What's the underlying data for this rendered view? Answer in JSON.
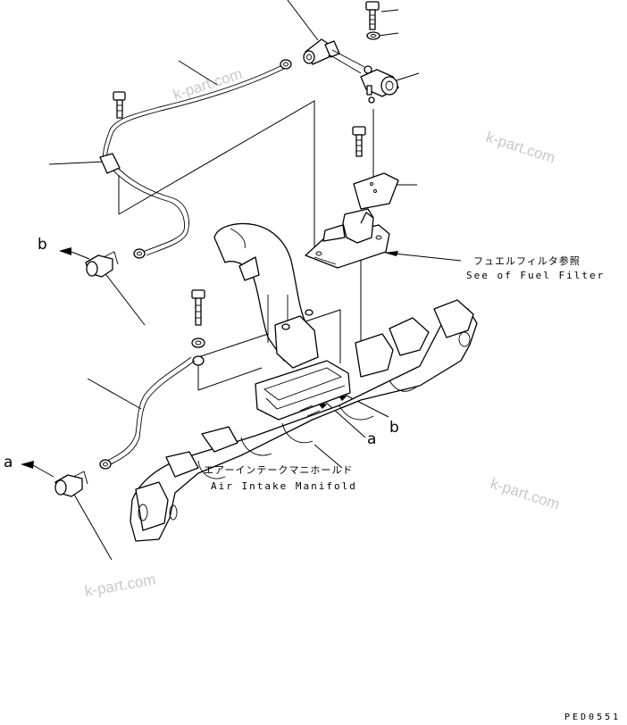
{
  "annotations": {
    "fuel_filter_jp": "フュエルフィルタ参照",
    "fuel_filter_en": "See of Fuel Filter",
    "manifold_jp": "エアーインテークマニホールド",
    "manifold_en": "Air Intake Manifold",
    "ref_a": "a",
    "ref_b": "b"
  },
  "drawing_code": "PED0551",
  "watermarks": [
    "k-part.com",
    "k-part.com",
    "k-part.com",
    "k-part.com"
  ]
}
